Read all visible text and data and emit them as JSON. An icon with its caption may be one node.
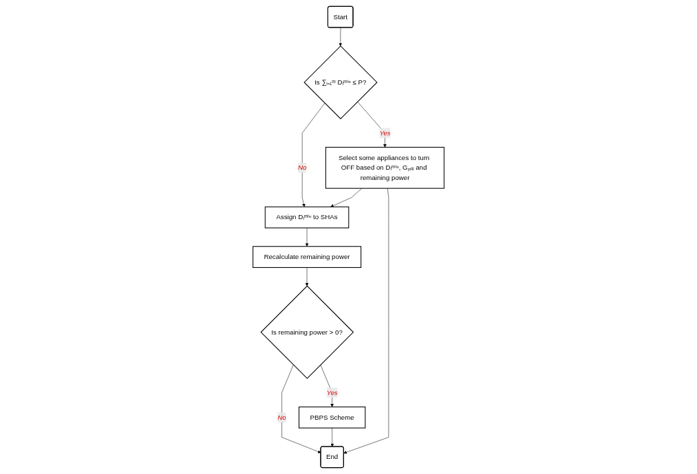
{
  "diagram": {
    "nodes": [
      {
        "text": [
          "Start"
        ]
      },
      {
        "text": [
          "Is ∑ᵢ₌₁ᵐ Dᵢᵐⁱⁿ ≤ P?"
        ]
      },
      {
        "text": [
          "Select some appliances to turn OFF based on Dᵢᵐⁱⁿ, Gₚᵣᵢᵢ and remaining power"
        ]
      },
      {
        "text": [
          "Assign Dᵢᵐⁱⁿ to SHAs"
        ]
      },
      {
        "text": [
          "Recalculate remaining power"
        ]
      },
      {
        "text": [
          "Is remaining power > 0?"
        ]
      },
      {
        "text": [
          "PBPS Scheme"
        ]
      },
      {
        "text": [
          "End"
        ]
      }
    ],
    "edges": [
      {
        "from": 0,
        "to": 1,
        "arrow": "to"
      },
      {
        "from": 1,
        "to": 2,
        "arrow": "to",
        "label": "Yes"
      },
      {
        "from": 1,
        "to": 3,
        "arrow": "to",
        "label": "No"
      },
      {
        "from": 2,
        "to": 3,
        "arrow": "to"
      },
      {
        "from": 3,
        "to": 4,
        "arrow": "to"
      },
      {
        "from": 4,
        "to": 5,
        "arrow": "to"
      },
      {
        "from": 5,
        "to": 6,
        "arrow": "to",
        "label": "Yes"
      },
      {
        "from": 5,
        "to": 7,
        "arrow": "to",
        "label": "No"
      },
      {
        "from": 6,
        "to": 7,
        "arrow": "to"
      },
      {
        "from": 2,
        "to": 7,
        "arrow": "to"
      }
    ]
  }
}
